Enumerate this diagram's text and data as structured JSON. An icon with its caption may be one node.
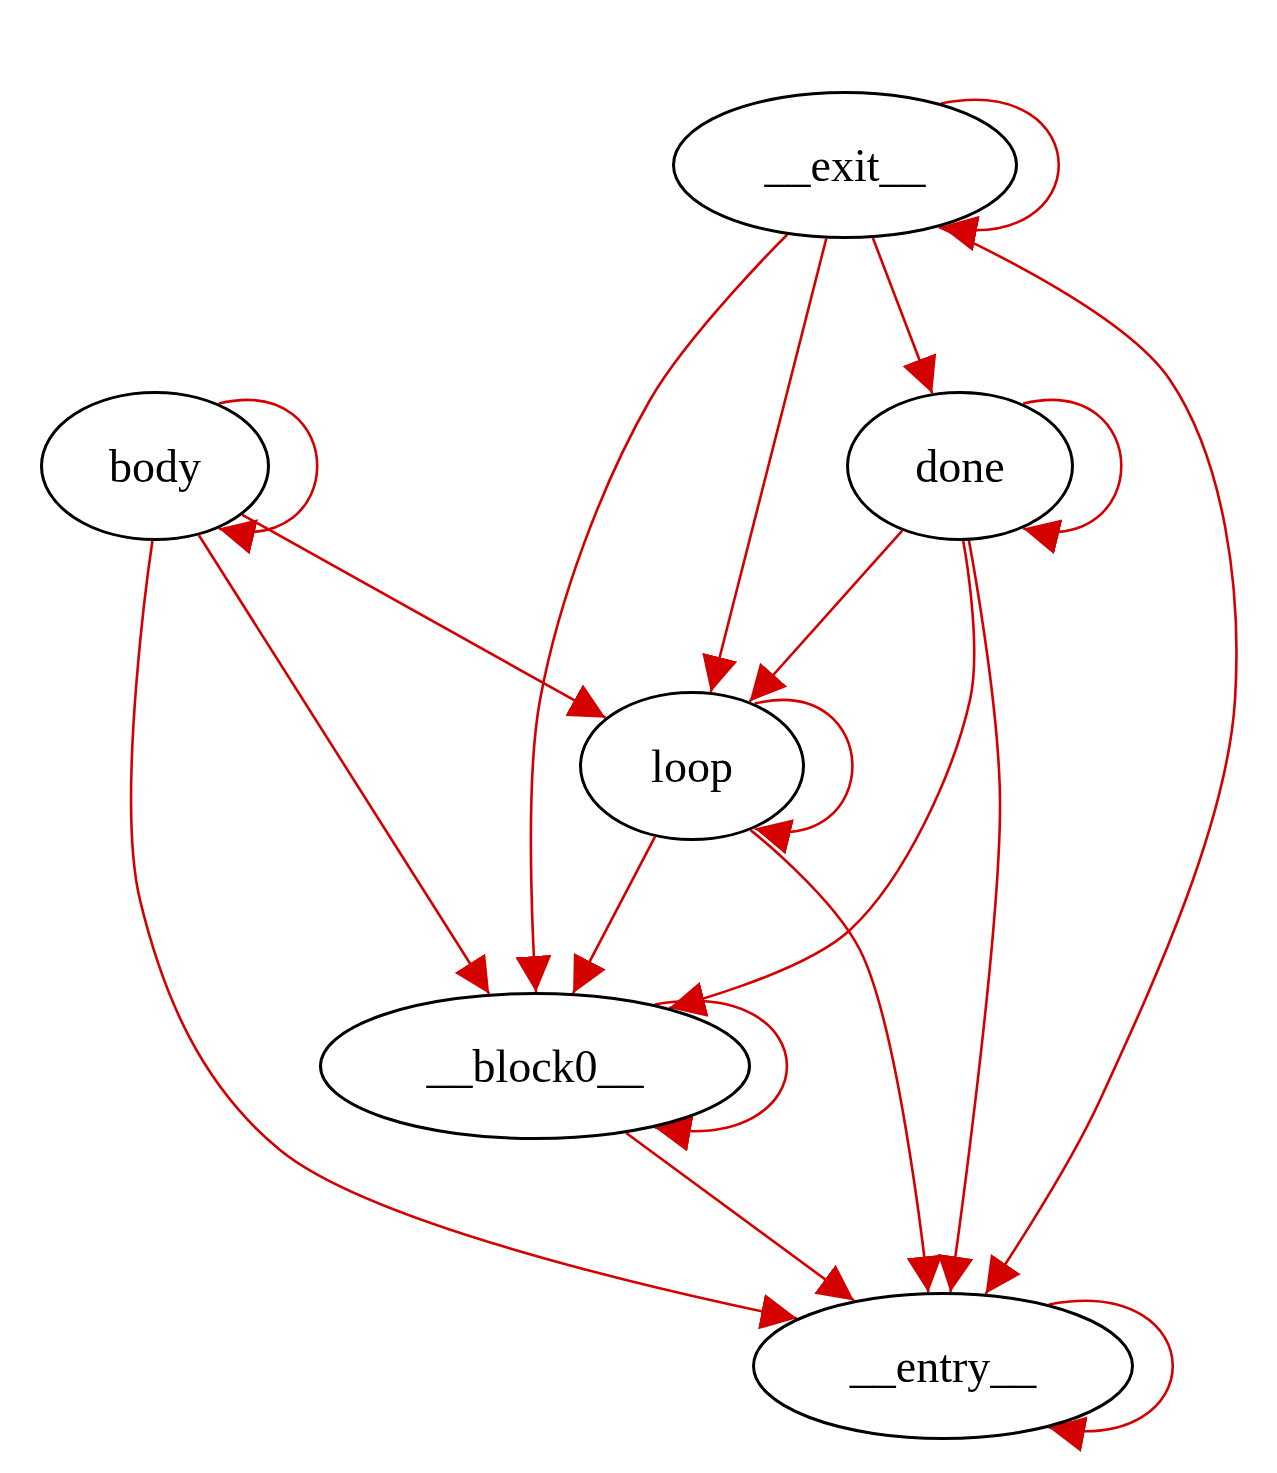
{
  "diagram": {
    "nodes": [
      {
        "text": [
          "__exit__"
        ]
      },
      {
        "text": [
          "body"
        ]
      },
      {
        "text": [
          "done"
        ]
      },
      {
        "text": [
          "loop"
        ]
      },
      {
        "text": [
          "__block0__"
        ]
      },
      {
        "text": [
          "__entry__"
        ]
      }
    ],
    "edges": [
      {
        "from": 0,
        "to": 0,
        "arrow": "to"
      },
      {
        "from": 0,
        "to": 2,
        "arrow": "to"
      },
      {
        "from": 0,
        "to": 3,
        "arrow": "to"
      },
      {
        "from": 0,
        "to": 4,
        "arrow": "to"
      },
      {
        "from": 0,
        "to": 5,
        "arrow": "to"
      },
      {
        "from": 1,
        "to": 1,
        "arrow": "to"
      },
      {
        "from": 1,
        "to": 3,
        "arrow": "to"
      },
      {
        "from": 1,
        "to": 4,
        "arrow": "to"
      },
      {
        "from": 1,
        "to": 5,
        "arrow": "to"
      },
      {
        "from": 2,
        "to": 2,
        "arrow": "to"
      },
      {
        "from": 2,
        "to": 3,
        "arrow": "to"
      },
      {
        "from": 2,
        "to": 4,
        "arrow": "to"
      },
      {
        "from": 2,
        "to": 5,
        "arrow": "to"
      },
      {
        "from": 3,
        "to": 3,
        "arrow": "to"
      },
      {
        "from": 3,
        "to": 4,
        "arrow": "to"
      },
      {
        "from": 3,
        "to": 5,
        "arrow": "to"
      },
      {
        "from": 4,
        "to": 4,
        "arrow": "to"
      },
      {
        "from": 4,
        "to": 5,
        "arrow": "to"
      },
      {
        "from": 5,
        "to": 5,
        "arrow": "to"
      }
    ]
  }
}
